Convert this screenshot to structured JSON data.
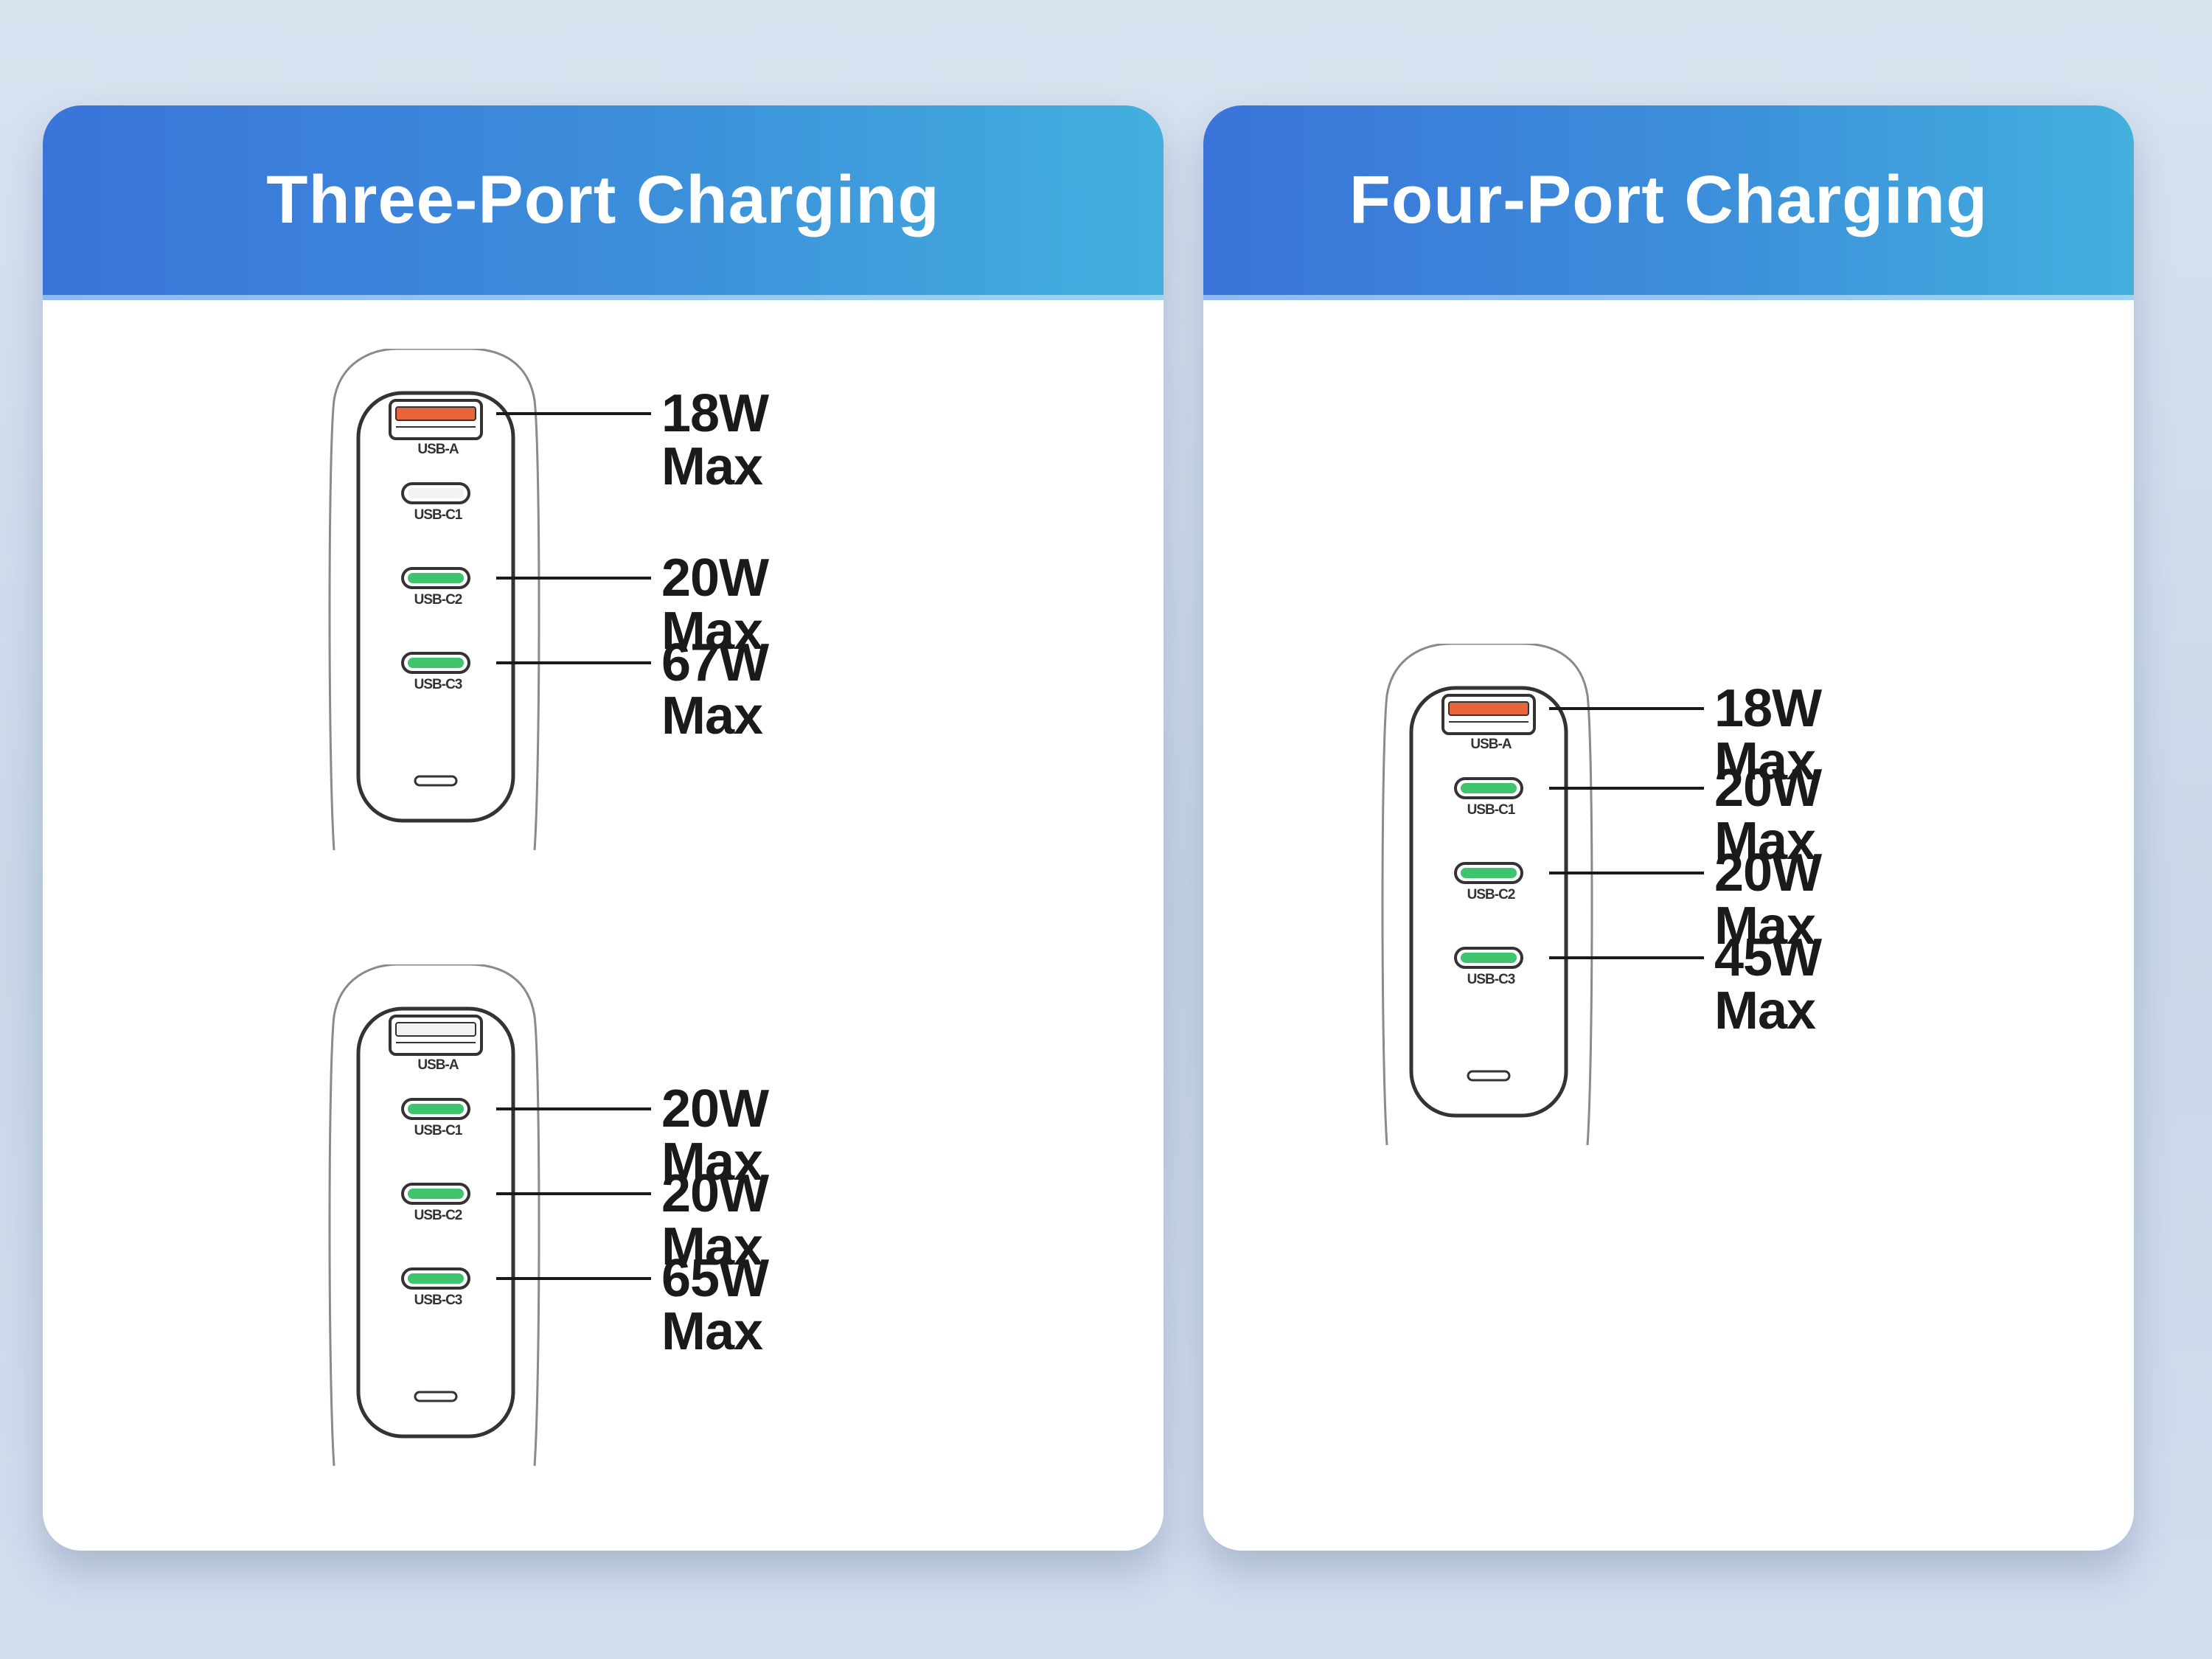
{
  "panels": [
    {
      "title": "Three-Port Charging",
      "chargers": [
        {
          "ports": [
            {
              "label": "USB-A",
              "type": "a",
              "state": "active-orange",
              "watt": "18W Max"
            },
            {
              "label": "USB-C1",
              "type": "c",
              "state": "inactive",
              "watt": ""
            },
            {
              "label": "USB-C2",
              "type": "c",
              "state": "active-green",
              "watt": "20W Max"
            },
            {
              "label": "USB-C3",
              "type": "c",
              "state": "active-green",
              "watt": "67W Max"
            }
          ]
        },
        {
          "ports": [
            {
              "label": "USB-A",
              "type": "a",
              "state": "inactive",
              "watt": ""
            },
            {
              "label": "USB-C1",
              "type": "c",
              "state": "active-green",
              "watt": "20W Max"
            },
            {
              "label": "USB-C2",
              "type": "c",
              "state": "active-green",
              "watt": "20W Max"
            },
            {
              "label": "USB-C3",
              "type": "c",
              "state": "active-green",
              "watt": "65W Max"
            }
          ]
        }
      ]
    },
    {
      "title": "Four-Port Charging",
      "chargers": [
        {
          "ports": [
            {
              "label": "USB-A",
              "type": "a",
              "state": "active-orange",
              "watt": "18W Max"
            },
            {
              "label": "USB-C1",
              "type": "c",
              "state": "active-green",
              "watt": "20W Max"
            },
            {
              "label": "USB-C2",
              "type": "c",
              "state": "active-green",
              "watt": "20W Max"
            },
            {
              "label": "USB-C3",
              "type": "c",
              "state": "active-green",
              "watt": "45W Max"
            }
          ]
        }
      ]
    }
  ],
  "colors": {
    "orange": "#e8643a",
    "green": "#3ec46d",
    "inactive": "#f2f2f2",
    "outline": "#333333"
  }
}
